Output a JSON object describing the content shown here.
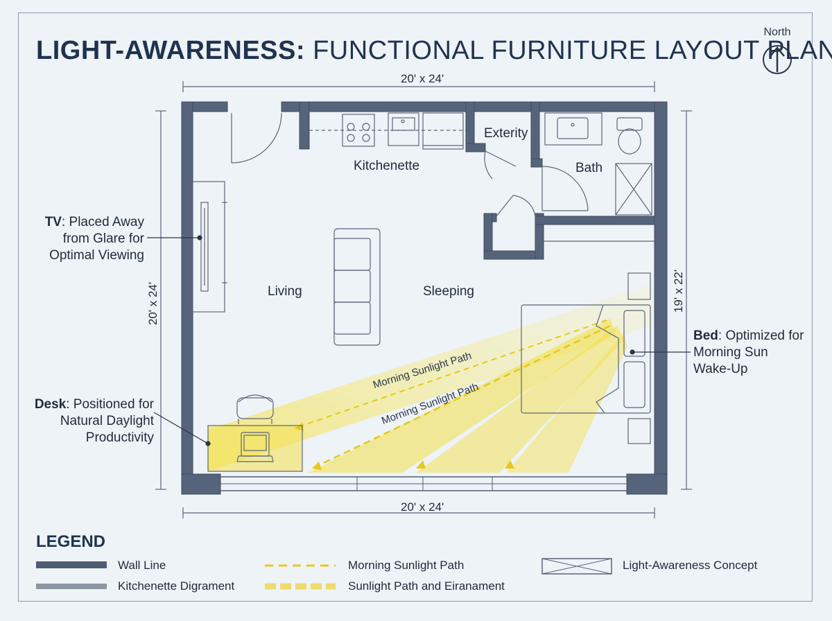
{
  "title": {
    "bold": "LIGHT-AWARENESS:",
    "rest": "FUNCTIONAL FURNITURE LAYOUT PLAN"
  },
  "north": "North",
  "dimensions": {
    "top": "20' x 24'",
    "bottom": "20' x 24'",
    "left": "20' x 24'",
    "right": "19' x 22'"
  },
  "rooms": {
    "kitchenette": "Kitchenette",
    "exterity": "Exterity",
    "bath": "Bath",
    "living": "Living",
    "sleeping": "Sleeping"
  },
  "sunlight": {
    "path1": "Morning Sunlight Path",
    "path2": "Morning Sunlight Path"
  },
  "notes": {
    "tv": {
      "bold": "TV",
      "line1": ": Placed Away",
      "line2": "from Glare for",
      "line3": "Optimal Viewing"
    },
    "desk": {
      "bold": "Desk",
      "line1": ": Positioned for",
      "line2": "Natural Daylight",
      "line3": "Productivity"
    },
    "bed": {
      "bold": "Bed",
      "line1": ": Optimized for",
      "line2": "Morning Sun",
      "line3": "Wake-Up"
    }
  },
  "legend": {
    "title": "LEGEND",
    "items": [
      {
        "label": "Wall Line"
      },
      {
        "label": "Kitchenette Digrament"
      },
      {
        "label": "Morning Sunlight Path"
      },
      {
        "label": "Sunlight Path and Eiranament"
      },
      {
        "label": "Light-Awareness Concept"
      }
    ]
  },
  "colors": {
    "wall": "#4f5d73",
    "sun": "#f2df3a",
    "sunlight_fill": "#f7ec8a",
    "line": "#5a6577"
  }
}
